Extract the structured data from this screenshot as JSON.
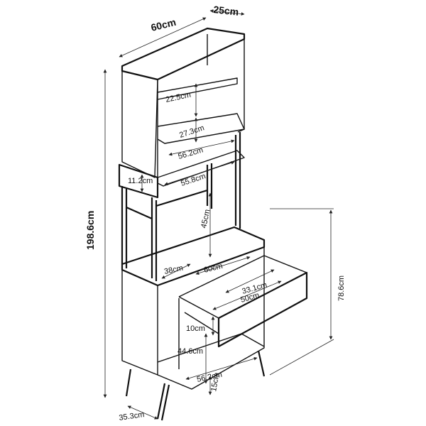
{
  "dimensions": {
    "top_width": "60cm",
    "top_depth": "25cm",
    "total_height": "198.6cm",
    "upper_shelf_height": "22.5cm",
    "middle_shelf_height": "27.3cm",
    "middle_shelf_width": "56.2cm",
    "niche_width": "55.8cm",
    "niche_height": "11.2cm",
    "open_section_height": "45cm",
    "counter_depth": "38cm",
    "counter_width": "60cm",
    "drawer_depth": "33.1cm",
    "drawer_width": "50cm",
    "lower_height": "78.6cm",
    "drawer_height": "10cm",
    "cabinet_inner_height": "44.6cm",
    "cabinet_inner_width": "56.2cm",
    "leg_height": "15cm",
    "base_depth": "35.3cm"
  },
  "colors": {
    "line": "#111111",
    "background": "#ffffff"
  }
}
